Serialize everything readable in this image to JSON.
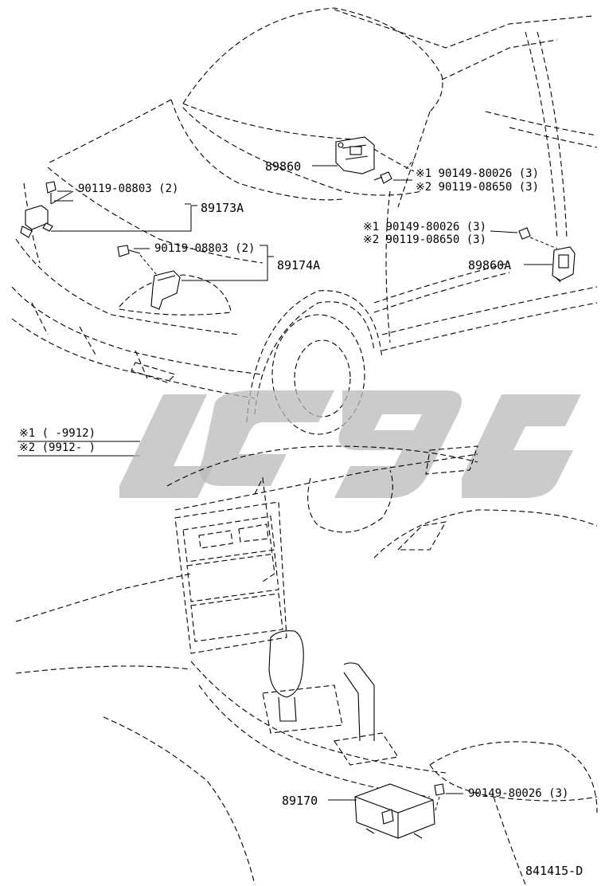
{
  "callouts": {
    "p89860": "89860",
    "p89860_s1": "※1 90149-80026 (3)",
    "p89860_s2": "※2 90119-08650 (3)",
    "p89173A": "89173A",
    "p89173A_bolt": "90119-08803 (2)",
    "p89174A": "89174A",
    "p89174A_bolt": "90119-08803 (2)",
    "p89860A": "89860A",
    "p89860A_s1": "※1 90149-80026 (3)",
    "p89860A_s2": "※2 90119-08650 (3)",
    "p89170": "89170",
    "p89170_bolt": "90149-80026 (3)"
  },
  "legend": {
    "row1": "※1 (     -9912)",
    "row2": "※2 (9912-      )"
  },
  "figure_code": "841415-D",
  "watermark_color": "#b9b9b9"
}
